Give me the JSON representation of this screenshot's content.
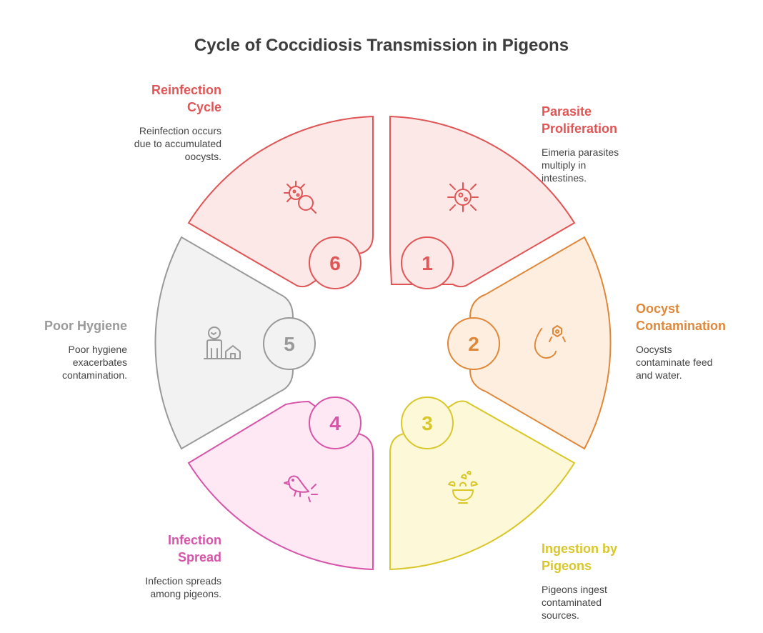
{
  "title": "Cycle of Coccidiosis Transmission in Pigeons",
  "steps": [
    {
      "number": "1",
      "title": "Parasite\nProliferation",
      "description": "Eimeria parasites\nmultiply in\nintestines.",
      "icon": "parasite-icon",
      "color": "#e05555",
      "fill": "#fde8e8"
    },
    {
      "number": "2",
      "title": "Oocyst\nContamination",
      "description": "Oocysts\ncontaminate feed\nand water.",
      "icon": "water-drop-contamination-icon",
      "color": "#e0883a",
      "fill": "#fdeedf"
    },
    {
      "number": "3",
      "title": "Ingestion by\nPigeons",
      "description": "Pigeons ingest\ncontaminated\nsources.",
      "icon": "food-bowl-icon",
      "color": "#d9c72a",
      "fill": "#fdf8d8"
    },
    {
      "number": "4",
      "title": "Infection\nSpread",
      "description": "Infection spreads\namong pigeons.",
      "icon": "bird-icon",
      "color": "#d655a8",
      "fill": "#fde8f4"
    },
    {
      "number": "5",
      "title": "Poor Hygiene",
      "description": "Poor hygiene\nexacerbates\ncontamination.",
      "icon": "person-house-icon",
      "color": "#999999",
      "fill": "#f2f2f2"
    },
    {
      "number": "6",
      "title": "Reinfection\nCycle",
      "description": "Reinfection occurs\ndue to accumulated\noocysts.",
      "icon": "germ-search-icon",
      "color": "#e05555",
      "fill": "#fde8e8"
    }
  ]
}
